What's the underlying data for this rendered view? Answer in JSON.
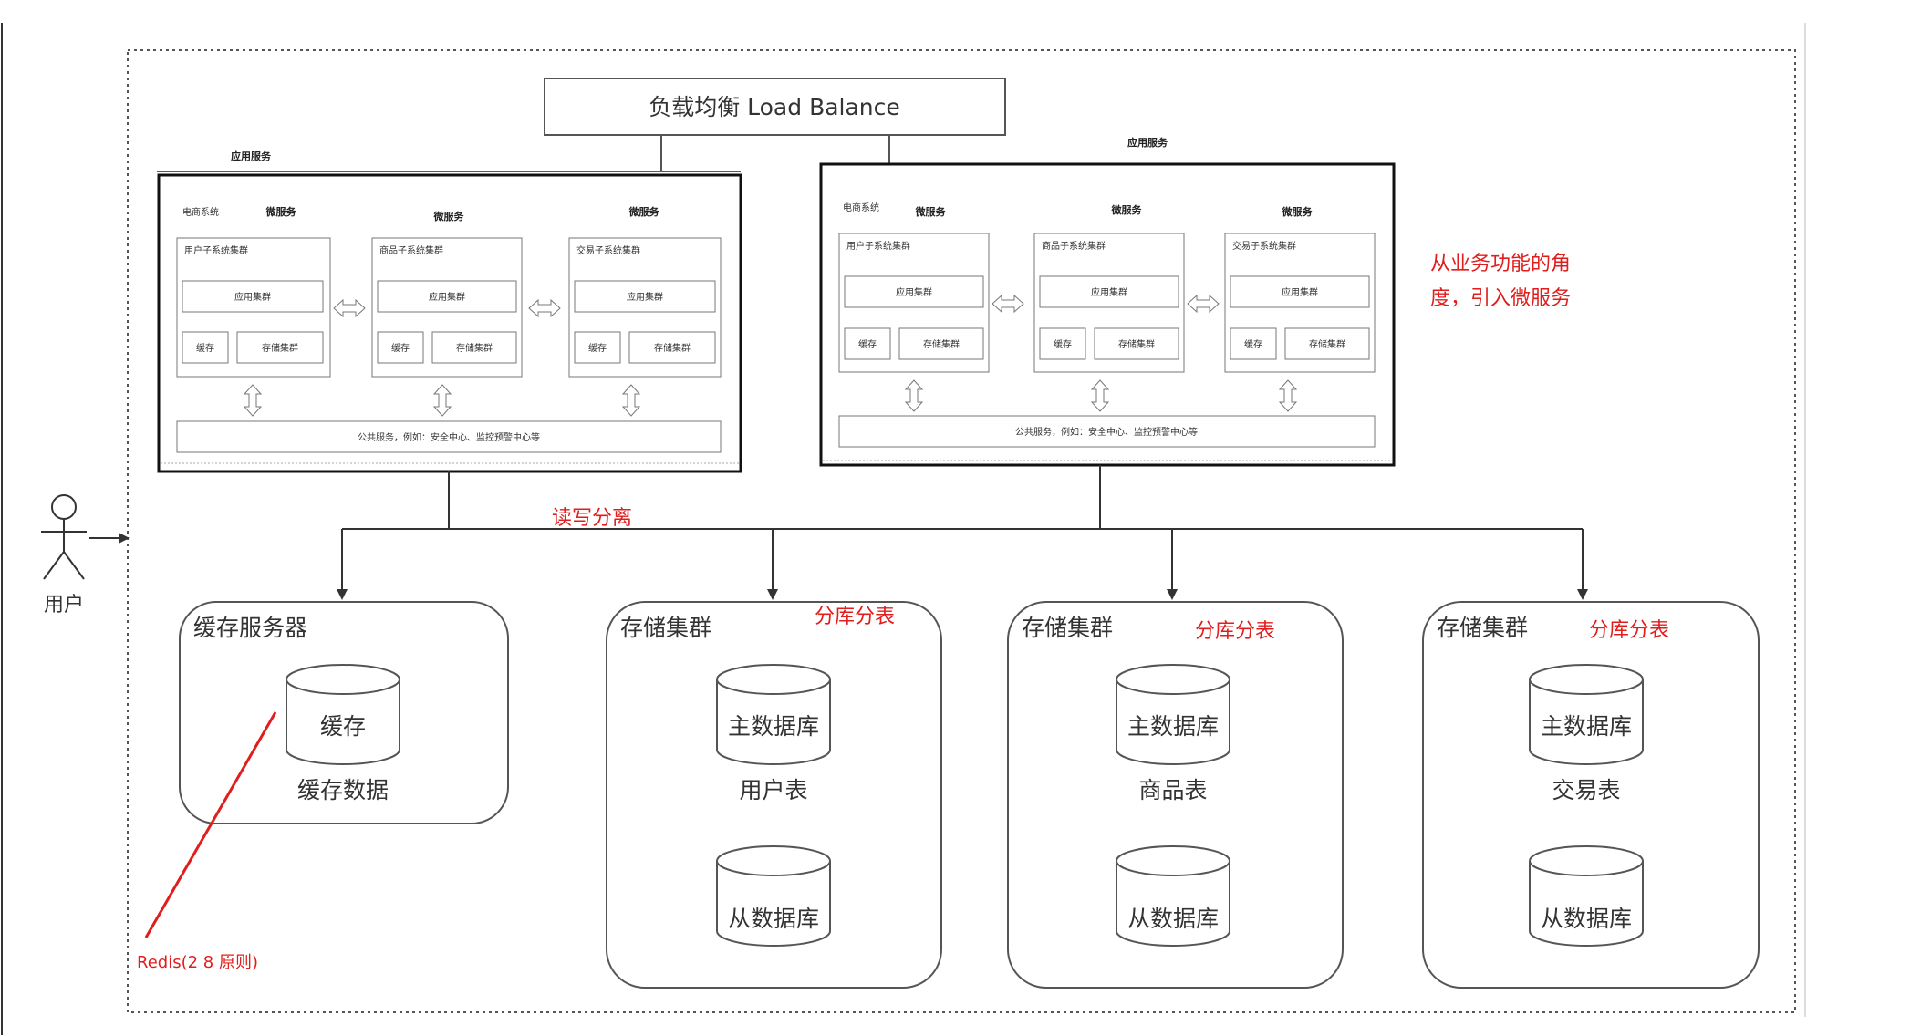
{
  "load_balancer": {
    "label": "负载均衡 Load Balance"
  },
  "app_services": [
    {
      "title": "应用服务",
      "system_label": "电商系统",
      "public_bar": "公共服务，例如：安全中心、监控预警中心等",
      "micro": [
        {
          "header": "微服务",
          "cluster": "用户子系统集群",
          "app_cluster": "应用集群",
          "cache": "缓存",
          "storage": "存储集群"
        },
        {
          "header": "微服务",
          "cluster": "商品子系统集群",
          "app_cluster": "应用集群",
          "cache": "缓存",
          "storage": "存储集群"
        },
        {
          "header": "微服务",
          "cluster": "交易子系统集群",
          "app_cluster": "应用集群",
          "cache": "缓存",
          "storage": "存储集群"
        }
      ]
    },
    {
      "title": "应用服务",
      "system_label": "电商系统",
      "public_bar": "公共服务，例如：安全中心、监控预警中心等",
      "micro": [
        {
          "header": "微服务",
          "cluster": "用户子系统集群",
          "app_cluster": "应用集群",
          "cache": "缓存",
          "storage": "存储集群"
        },
        {
          "header": "微服务",
          "cluster": "商品子系统集群",
          "app_cluster": "应用集群",
          "cache": "缓存",
          "storage": "存储集群"
        },
        {
          "header": "微服务",
          "cluster": "交易子系统集群",
          "app_cluster": "应用集群",
          "cache": "缓存",
          "storage": "存储集群"
        }
      ]
    }
  ],
  "annotations": {
    "microservice_note": "从业务功能的角度，引入微服务",
    "read_write_split": "读写分离",
    "redis_note": "Redis(2 8 原则)"
  },
  "user": {
    "label": "用户"
  },
  "cache_server": {
    "title": "缓存服务器",
    "db": "缓存",
    "caption": "缓存数据"
  },
  "storage_clusters": [
    {
      "title": "存储集群",
      "sharding": "分库分表",
      "master": "主数据库",
      "table": "用户表",
      "slave": "从数据库"
    },
    {
      "title": "存储集群",
      "sharding": "分库分表",
      "master": "主数据库",
      "table": "商品表",
      "slave": "从数据库"
    },
    {
      "title": "存储集群",
      "sharding": "分库分表",
      "master": "主数据库",
      "table": "交易表",
      "slave": "从数据库"
    }
  ],
  "colors": {
    "annotation_red": "#e01e1e",
    "line": "#333333",
    "border": "#555555"
  }
}
